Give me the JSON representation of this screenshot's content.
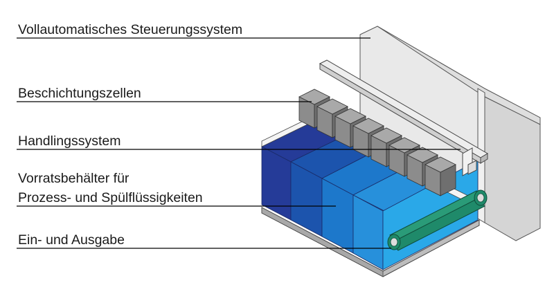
{
  "labels": {
    "control_system": "Vollautomatisches Steuerungssystem",
    "coating_cells": "Beschichtungszellen",
    "handling_system": "Handlingssystem",
    "reservoir_line1": "Vorratsbehälter für",
    "reservoir_line2": "Prozess- und Spülflüssigkeiten",
    "io": "Ein- und Ausgabe"
  },
  "colors": {
    "tank_navy": "#253b98",
    "tank_darkblue": "#1c54ad",
    "tank_blue": "#1d78cb",
    "tank_midblue": "#2790db",
    "tank_lightblue": "#2aa8e8",
    "tank_cyan": "#3bb8ee",
    "cell_gray": "#8c8c8c",
    "cabinet_gray": "#e6e6e6",
    "conveyor_green": "#1f8a6a",
    "leader_line": "#000000"
  }
}
